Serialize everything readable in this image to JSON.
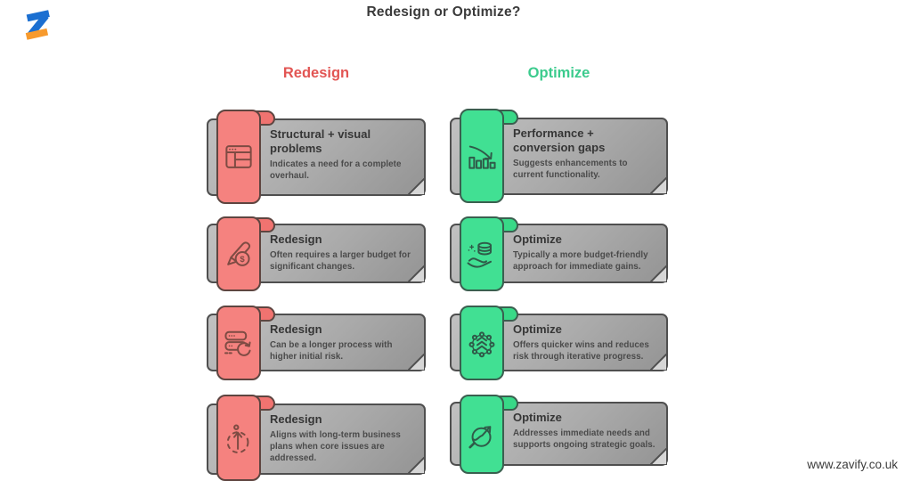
{
  "page": {
    "title": "Redesign or Optimize?",
    "footer_url": "www.zavify.co.uk",
    "background": "#ffffff"
  },
  "logo": {
    "name": "zavify-z-logo",
    "blue": "#1B6FD1",
    "orange": "#F79A2D"
  },
  "card_style": {
    "fill_start": "#C1C1C1",
    "fill_end": "#949494",
    "border": "#4F4F4F",
    "title_color": "#363636",
    "description_color": "#4A4A4A"
  },
  "columns": [
    {
      "header": "Redesign",
      "header_color": "#E25553",
      "accent": "#F5827F",
      "accent_dark": "#F07370",
      "accent_border": "#5E4540",
      "icon_stroke": "#7E4B43",
      "cards": [
        {
          "icon": "browser-window-icon",
          "title": "Structural + visual problems",
          "description": "Indicates a need for a complete overhaul."
        },
        {
          "icon": "pencil-budget-icon",
          "title": "Redesign",
          "description": "Often requires a larger budget for significant changes."
        },
        {
          "icon": "server-refresh-icon",
          "title": "Redesign",
          "description": "Can be a longer process with higher initial risk."
        },
        {
          "icon": "growth-path-icon",
          "title": "Redesign",
          "description": "Aligns with long-term business plans when core issues are addressed."
        }
      ]
    },
    {
      "header": "Optimize",
      "header_color": "#3BCB8D",
      "accent": "#41E093",
      "accent_dark": "#38D987",
      "accent_border": "#3A5F4F",
      "icon_stroke": "#2F5B49",
      "cards": [
        {
          "icon": "chart-decline-icon",
          "title": "Performance + conversion gaps",
          "description": "Suggests enhancements to current functionality."
        },
        {
          "icon": "coins-hand-icon",
          "title": "Optimize",
          "description": "Typically a more budget-friendly approach for immediate gains."
        },
        {
          "icon": "network-nodes-icon",
          "title": "Optimize",
          "description": "Offers quicker wins and reduces risk through iterative progress."
        },
        {
          "icon": "search-growth-icon",
          "title": "Optimize",
          "description": "Addresses immediate needs and supports ongoing strategic goals."
        }
      ]
    }
  ]
}
